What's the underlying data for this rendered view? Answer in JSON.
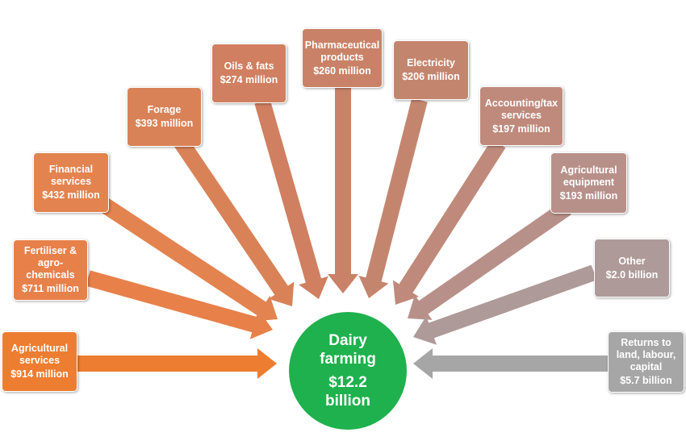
{
  "center": {
    "title": "Dairy\nfarming",
    "value": "$12.2\nbillion",
    "color": "#1fb14d"
  },
  "inputs": [
    {
      "id": "agricultural-services",
      "label": "Agricultural\nservices",
      "value": "$914 million",
      "color": "#ed7d31"
    },
    {
      "id": "fertiliser",
      "label": "Fertiliser &\nagro-\nchemicals",
      "value": "$711 million",
      "color": "#e8804a"
    },
    {
      "id": "financial-services",
      "label": "Financial\nservices",
      "value": "$432 million",
      "color": "#e3834f"
    },
    {
      "id": "forage",
      "label": "Forage",
      "value": "$393 million",
      "color": "#d98258"
    },
    {
      "id": "oils-fats",
      "label": "Oils & fats",
      "value": "$274 million",
      "color": "#d07f60"
    },
    {
      "id": "pharmaceutical",
      "label": "Pharmaceutical\nproducts",
      "value": "$260 million",
      "color": "#c98267"
    },
    {
      "id": "electricity",
      "label": "Electricity",
      "value": "$206 million",
      "color": "#c4856f"
    },
    {
      "id": "accounting",
      "label": "Accounting/tax\nservices",
      "value": "$197 million",
      "color": "#bf8a7b"
    },
    {
      "id": "agricultural-equipment",
      "label": "Agricultural\nequipment",
      "value": "$193 million",
      "color": "#b8908a"
    },
    {
      "id": "other",
      "label": "Other",
      "value": "$2.0 billion",
      "color": "#ae9a98"
    },
    {
      "id": "returns",
      "label": "Returns to\nland, labour,\ncapital",
      "value": "$5.7 billion",
      "color": "#a6a6a6"
    }
  ]
}
